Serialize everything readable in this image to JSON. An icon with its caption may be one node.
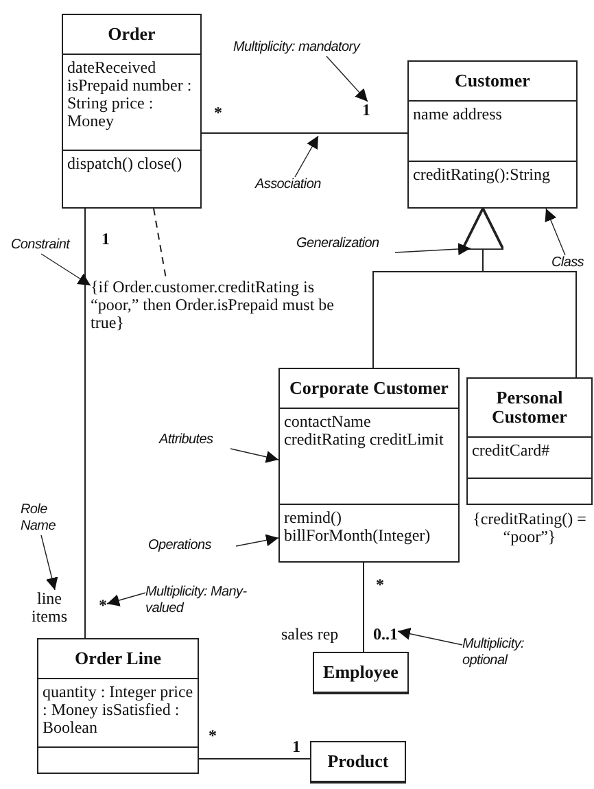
{
  "diagram": {
    "nodes": [
      {
        "text": [
          "Order",
          "dateReceived isPrepaid number : String price : Money",
          "dispatch() close()"
        ]
      },
      {
        "text": [
          "Customer",
          "name address",
          "creditRating():String"
        ]
      },
      {
        "text": [
          "Corporate Customer",
          "contactName creditRating creditLimit",
          "remind() billForMonth(Integer)"
        ]
      },
      {
        "text": [
          "Personal Customer",
          "creditCard#"
        ],
        "beside": [
          "{creditRating() = “poor”}"
        ]
      },
      {
        "text": [
          "Order Line",
          "quantity : Integer price : Money isSatisfied : Boolean"
        ]
      },
      {
        "text": [
          "Employee"
        ]
      },
      {
        "text": [
          "Product"
        ]
      },
      {
        "text": [
          "{if Order.customer.creditRating is “poor,” then Order.isPrepaid must be true}"
        ]
      },
      {
        "text": [
          "Multiplicity: mandatory"
        ]
      },
      {
        "text": [
          "1"
        ]
      },
      {
        "text": [
          "Association"
        ]
      },
      {
        "text": [
          "Generalization"
        ]
      },
      {
        "text": [
          "Class"
        ]
      },
      {
        "text": [
          "Constraint"
        ]
      },
      {
        "text": [
          "Attributes"
        ]
      },
      {
        "text": [
          "Operations"
        ]
      },
      {
        "text": [
          "Role Name"
        ]
      },
      {
        "text": [
          "line items"
        ]
      },
      {
        "text": [
          "Multiplicity: Many-valued"
        ]
      },
      {
        "text": [
          "*"
        ]
      },
      {
        "text": [
          "Multiplicity: optional"
        ]
      },
      {
        "text": [
          "0..1"
        ]
      }
    ],
    "edges": [
      {
        "from": 0,
        "to": 1,
        "arrow": "none"
      },
      {
        "from": 2,
        "to": 1,
        "arrow": "to"
      },
      {
        "from": 3,
        "to": 1,
        "arrow": "to"
      },
      {
        "from": 0,
        "to": 4,
        "arrow": "none"
      },
      {
        "from": 0,
        "to": 7,
        "arrow": "none",
        "style": "dashed"
      },
      {
        "from": 2,
        "to": 5,
        "arrow": "none"
      },
      {
        "from": 4,
        "to": 6,
        "arrow": "none"
      },
      {
        "from": 8,
        "to": 9,
        "arrow": "to"
      },
      {
        "from": 10,
        "to": null,
        "arrow": "to"
      },
      {
        "from": 11,
        "to": null,
        "arrow": "to"
      },
      {
        "from": 12,
        "to": 1,
        "arrow": "to"
      },
      {
        "from": 13,
        "to": 7,
        "arrow": "to"
      },
      {
        "from": 14,
        "to": 2,
        "arrow": "to"
      },
      {
        "from": 15,
        "to": 2,
        "arrow": "to"
      },
      {
        "from": 16,
        "to": 17,
        "arrow": "to"
      },
      {
        "from": 18,
        "to": 19,
        "arrow": "to"
      },
      {
        "from": 20,
        "to": 21,
        "arrow": "to"
      }
    ],
    "labels": [
      "*",
      "1",
      "*",
      "sales rep",
      "*",
      "1"
    ]
  }
}
